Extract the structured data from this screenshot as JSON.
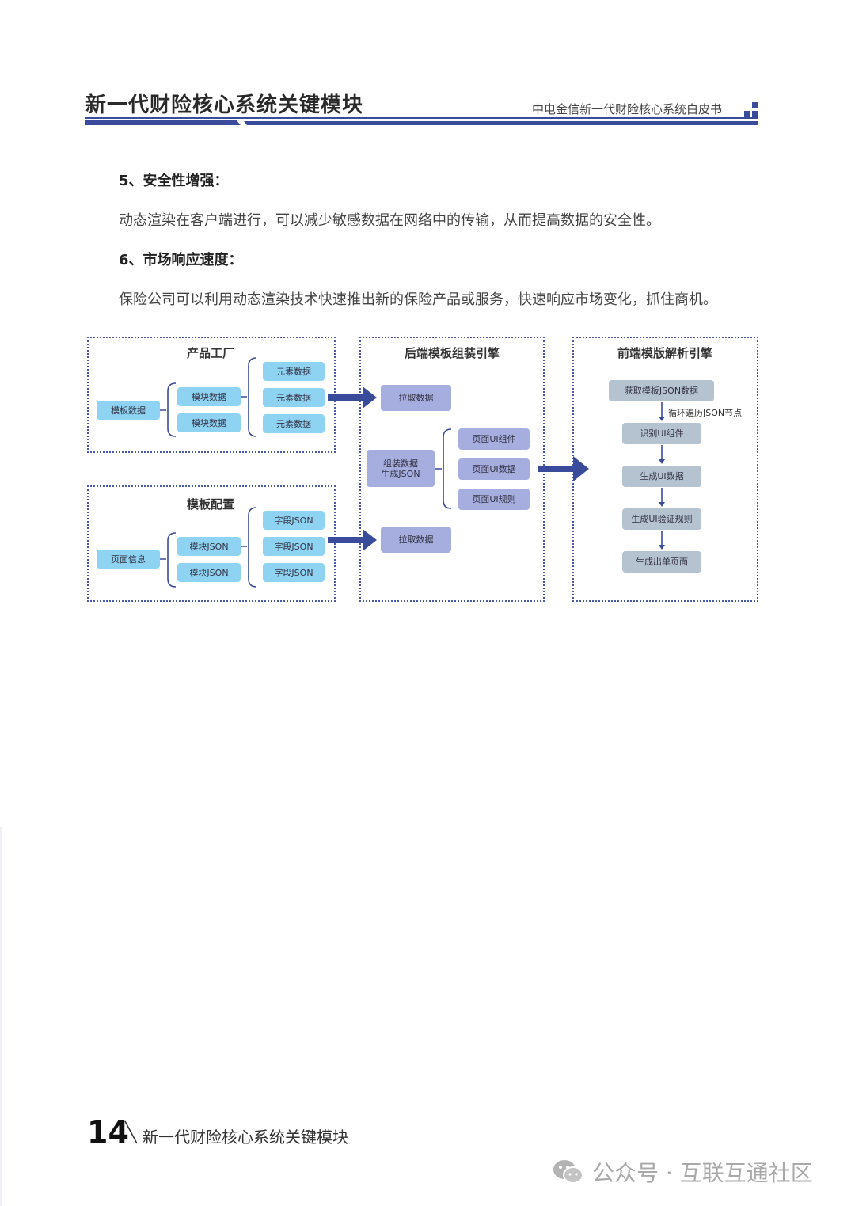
{
  "header": {
    "title": "新一代财险核心系统关键模块",
    "subtitle": "中电金信新一代财险核心系统白皮书"
  },
  "content": {
    "heading5": "5、安全性增强：",
    "para5": "动态渲染在客户端进行，可以减少敏感数据在网络中的传输，从而提高数据的安全性。",
    "heading6": "6、市场响应速度：",
    "para6": "保险公司可以利用动态渲染技术快速推出新的保险产品或服务，快速响应市场变化，抓住商机。"
  },
  "diagram": {
    "product_factory": {
      "title": "产品工厂",
      "root": "模板数据",
      "mid": [
        "模块数据",
        "模块数据"
      ],
      "leaves": [
        "元素数据",
        "元素数据",
        "元素数据"
      ]
    },
    "template_config": {
      "title": "模板配置",
      "root": "页面信息",
      "mid": [
        "模块JSON",
        "模块JSON"
      ],
      "leaves": [
        "字段JSON",
        "字段JSON",
        "字段JSON"
      ]
    },
    "backend": {
      "title": "后端模板组装引擎",
      "fetch_top": "拉取数据",
      "assemble_line1": "组装数据",
      "assemble_line2": "生成JSON",
      "items": [
        "页面UI组件",
        "页面UI数据",
        "页面UI规则"
      ],
      "fetch_bottom": "拉取数据"
    },
    "frontend": {
      "title": "前端模版解析引擎",
      "steps": [
        "获取模板JSON数据",
        "识别UI组件",
        "生成UI数据",
        "生成UI验证规则",
        "生成出单页面"
      ],
      "loop_label": "循环遍历JSON节点"
    }
  },
  "footer": {
    "page_number": "14",
    "page_title": "新一代财险核心系统关键模块",
    "watermark": "公众号 · 互联互通社区"
  },
  "colors": {
    "accent": "#3a4b9c",
    "box_blue": "#8fd3f3",
    "box_lavender": "#a6aee0",
    "box_gray": "#b5c3d1"
  }
}
